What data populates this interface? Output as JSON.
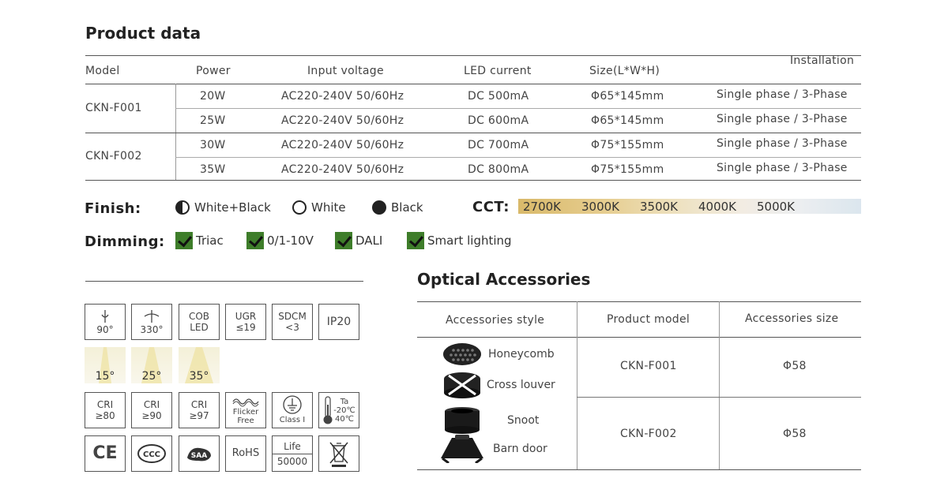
{
  "product_data": {
    "title": "Product data",
    "headers": [
      "Model",
      "Power",
      "Input voltage",
      "LED current",
      "Size(L*W*H)",
      "Installation"
    ],
    "models": [
      "CKN-F001",
      "CKN-F002"
    ],
    "rows": [
      [
        "20W",
        "AC220-240V 50/60Hz",
        "DC 500mA",
        "Φ65*145mm",
        "Single phase / 3-Phase"
      ],
      [
        "25W",
        "AC220-240V 50/60Hz",
        "DC 600mA",
        "Φ65*145mm",
        "Single phase / 3-Phase"
      ],
      [
        "30W",
        "AC220-240V 50/60Hz",
        "DC 700mA",
        "Φ75*155mm",
        "Single phase / 3-Phase"
      ],
      [
        "35W",
        "AC220-240V 50/60Hz",
        "DC 800mA",
        "Φ75*155mm",
        "Single phase / 3-Phase"
      ]
    ]
  },
  "finish": {
    "label": "Finish:",
    "options": [
      "White+Black",
      "White",
      "Black"
    ]
  },
  "cct": {
    "label": "CCT:",
    "values": [
      "2700K",
      "3000K",
      "3500K",
      "4000K",
      "5000K"
    ]
  },
  "dimming": {
    "label": "Dimming:",
    "options": [
      "Triac",
      "0/1-10V",
      "DALI",
      "Smart lighting"
    ]
  },
  "icons": {
    "tilt": "90°",
    "rotate": "330°",
    "cob": [
      "COB",
      "LED"
    ],
    "ugr": [
      "UGR",
      "≤19"
    ],
    "sdcm": [
      "SDCM",
      "<3"
    ],
    "ip": "IP20",
    "beams": [
      "15°",
      "25°",
      "35°"
    ],
    "cri": [
      [
        "CRI",
        "≥80"
      ],
      [
        "CRI",
        "≥90"
      ],
      [
        "CRI",
        "≥97"
      ]
    ],
    "flicker": [
      "Flicker",
      "Free"
    ],
    "class": "Class I",
    "ta": [
      "Ta",
      "-20℃",
      "40℃"
    ],
    "ce": "CE",
    "ccc": "CCC",
    "saa": "SAA",
    "rohs": "RoHS",
    "life": [
      "Life",
      "50000"
    ]
  },
  "accessories": {
    "title": "Optical Accessories",
    "headers": [
      "Accessories style",
      "Product model",
      "Accessories size"
    ],
    "styles": [
      "Honeycomb",
      "Cross louver",
      "Snoot",
      "Barn door"
    ],
    "rows": [
      {
        "model": "CKN-F001",
        "size": "Φ58"
      },
      {
        "model": "CKN-F002",
        "size": "Φ58"
      }
    ]
  }
}
